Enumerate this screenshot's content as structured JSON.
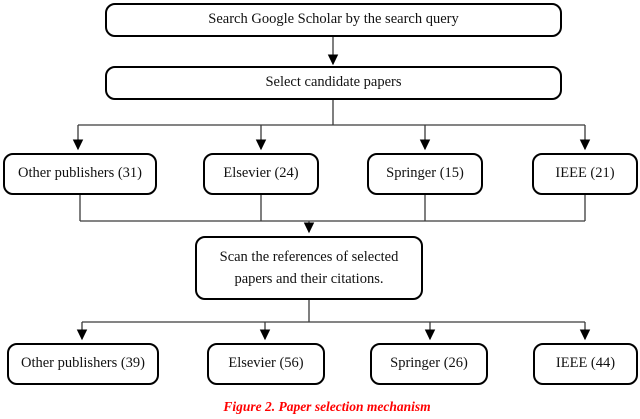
{
  "flowchart": {
    "nodes": [
      {
        "label": "Search Google Scholar by the search query"
      },
      {
        "label": "Select candidate papers"
      },
      {
        "label": "Other publishers (31)"
      },
      {
        "label": "Elsevier (24)"
      },
      {
        "label": "Springer (15)"
      },
      {
        "label": "IEEE (21)"
      },
      {
        "label": "Scan the references of selected papers and their citations."
      },
      {
        "label": "Other publishers (39)"
      },
      {
        "label": "Elsevier (56)"
      },
      {
        "label": "Springer (26)"
      },
      {
        "label": "IEEE (44)"
      }
    ],
    "edges": [
      {
        "from": "Search Google Scholar by the search query",
        "to": [
          "Select candidate papers"
        ]
      },
      {
        "from": "Select candidate papers",
        "to": [
          "Other publishers (31)",
          "Elsevier (24)",
          "Springer (15)",
          "IEEE (21)"
        ]
      },
      {
        "from": "Other publishers (31), Elsevier (24), Springer (15), IEEE (21)",
        "to": [
          "Scan the references of selected papers and their citations."
        ]
      },
      {
        "from": "Scan the references of selected papers and their citations.",
        "to": [
          "Other publishers (39)",
          "Elsevier (56)",
          "Springer (26)",
          "IEEE (44)"
        ]
      }
    ],
    "colors": {
      "node_border": "#000000",
      "connector_line": "#3a3a3a",
      "background": "#ffffff"
    }
  },
  "caption": {
    "text": "Figure 2. Paper selection mechanism",
    "color": "#ff0000"
  }
}
